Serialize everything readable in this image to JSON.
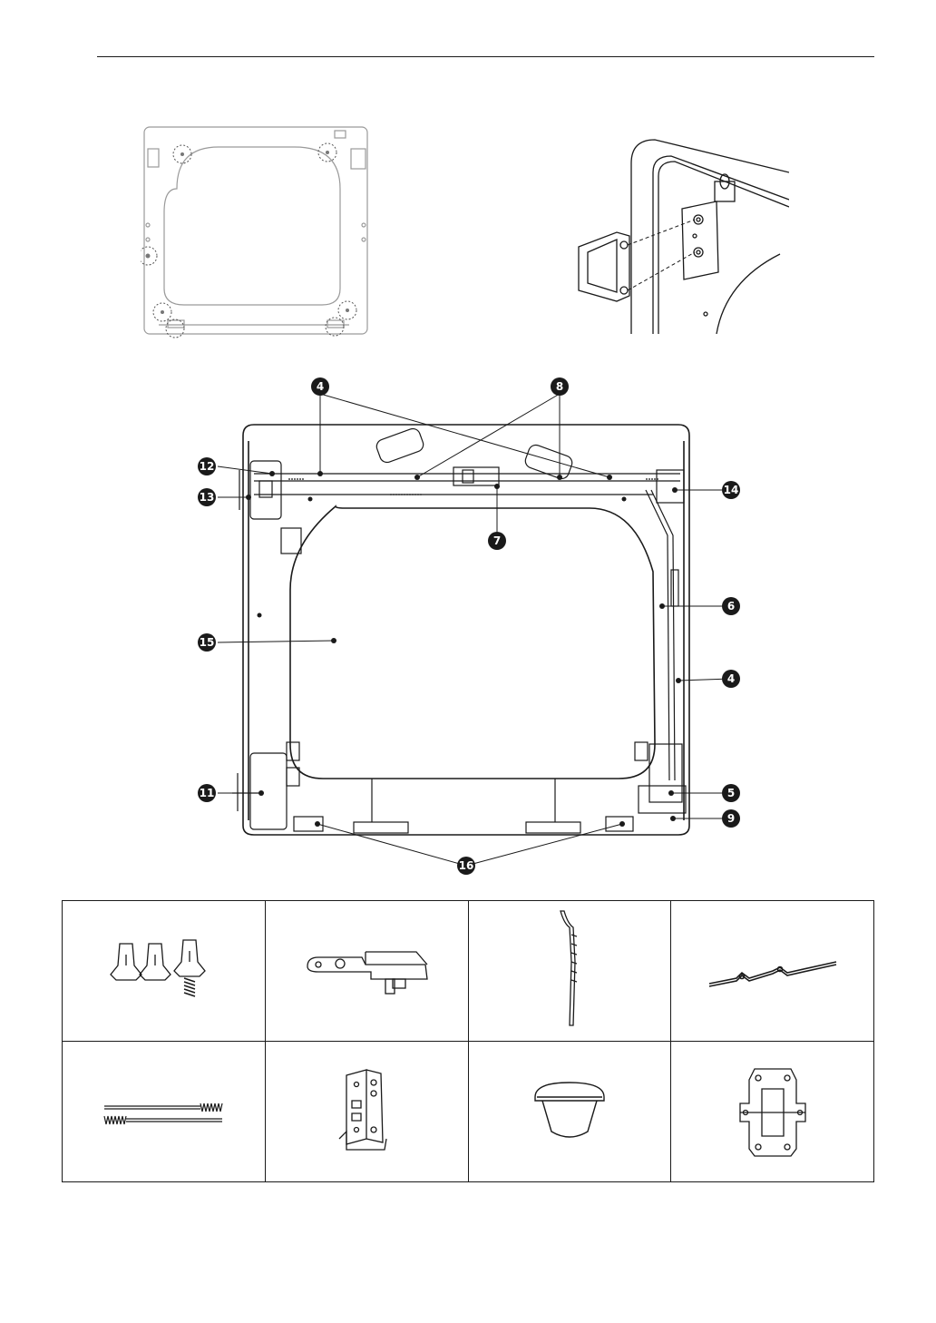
{
  "diagram": {
    "callouts": [
      {
        "id": "c4-top",
        "label": "4"
      },
      {
        "id": "c8",
        "label": "8"
      },
      {
        "id": "c12",
        "label": "12"
      },
      {
        "id": "c13",
        "label": "13"
      },
      {
        "id": "c14",
        "label": "14"
      },
      {
        "id": "c7",
        "label": "7"
      },
      {
        "id": "c6",
        "label": "6"
      },
      {
        "id": "c15",
        "label": "15"
      },
      {
        "id": "c4-right",
        "label": "4"
      },
      {
        "id": "c11",
        "label": "11"
      },
      {
        "id": "c5",
        "label": "5"
      },
      {
        "id": "c9",
        "label": "9"
      },
      {
        "id": "c16",
        "label": "16"
      }
    ]
  },
  "parts_table": {
    "rows": [
      [
        {
          "icon": "screws-icon"
        },
        {
          "icon": "bracket-icon"
        },
        {
          "icon": "lever-icon"
        },
        {
          "icon": "wire-rod-icon"
        }
      ],
      [
        {
          "icon": "springs-icon"
        },
        {
          "icon": "latch-plate-icon"
        },
        {
          "icon": "rubber-foot-icon"
        },
        {
          "icon": "hinge-icon"
        }
      ]
    ]
  }
}
